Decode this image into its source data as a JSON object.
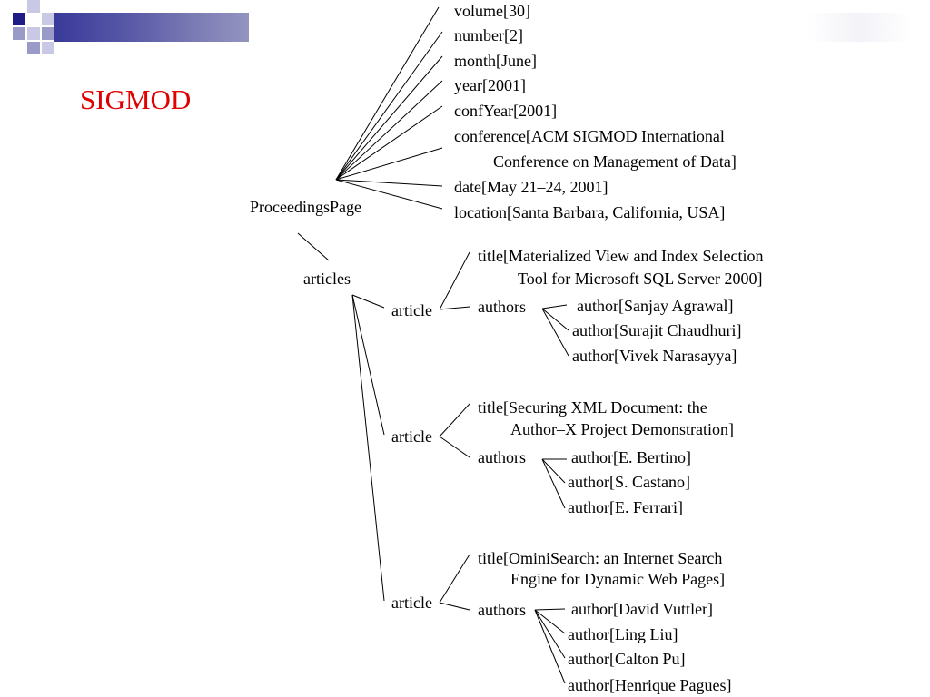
{
  "slide": {
    "title": "SIGMOD"
  },
  "tree": {
    "root": {
      "label": "ProceedingsPage",
      "fields": [
        {
          "lines": [
            "volume[30]"
          ]
        },
        {
          "lines": [
            "number[2]"
          ]
        },
        {
          "lines": [
            "month[June]"
          ]
        },
        {
          "lines": [
            "year[2001]"
          ]
        },
        {
          "lines": [
            "confYear[2001]"
          ]
        },
        {
          "lines": [
            "conference[ACM SIGMOD International",
            "Conference on Management of Data]"
          ]
        },
        {
          "lines": [
            "date[May 21–24, 2001]"
          ]
        },
        {
          "lines": [
            "location[Santa Barbara, California, USA]"
          ]
        }
      ]
    },
    "articles": {
      "label": "articles",
      "items": [
        {
          "label": "article",
          "title_lines": [
            "title[Materialized View and Index Selection",
            "Tool for Microsoft SQL Server 2000]"
          ],
          "authors_label": "authors",
          "authors": [
            "author[Sanjay Agrawal]",
            "author[Surajit Chaudhuri]",
            "author[Vivek Narasayya]"
          ]
        },
        {
          "label": "article",
          "title_lines": [
            "title[Securing XML Document: the",
            "Author–X Project Demonstration]"
          ],
          "authors_label": "authors",
          "authors": [
            "author[E. Bertino]",
            "author[S. Castano]",
            "author[E. Ferrari]"
          ]
        },
        {
          "label": "article",
          "title_lines": [
            "title[OminiSearch: an Internet Search",
            "Engine for Dynamic Web Pages]"
          ],
          "authors_label": "authors",
          "authors": [
            "author[David Vuttler]",
            "author[Ling Liu]",
            "author[Calton Pu]",
            "author[Henrique Pagues]"
          ]
        }
      ]
    }
  }
}
